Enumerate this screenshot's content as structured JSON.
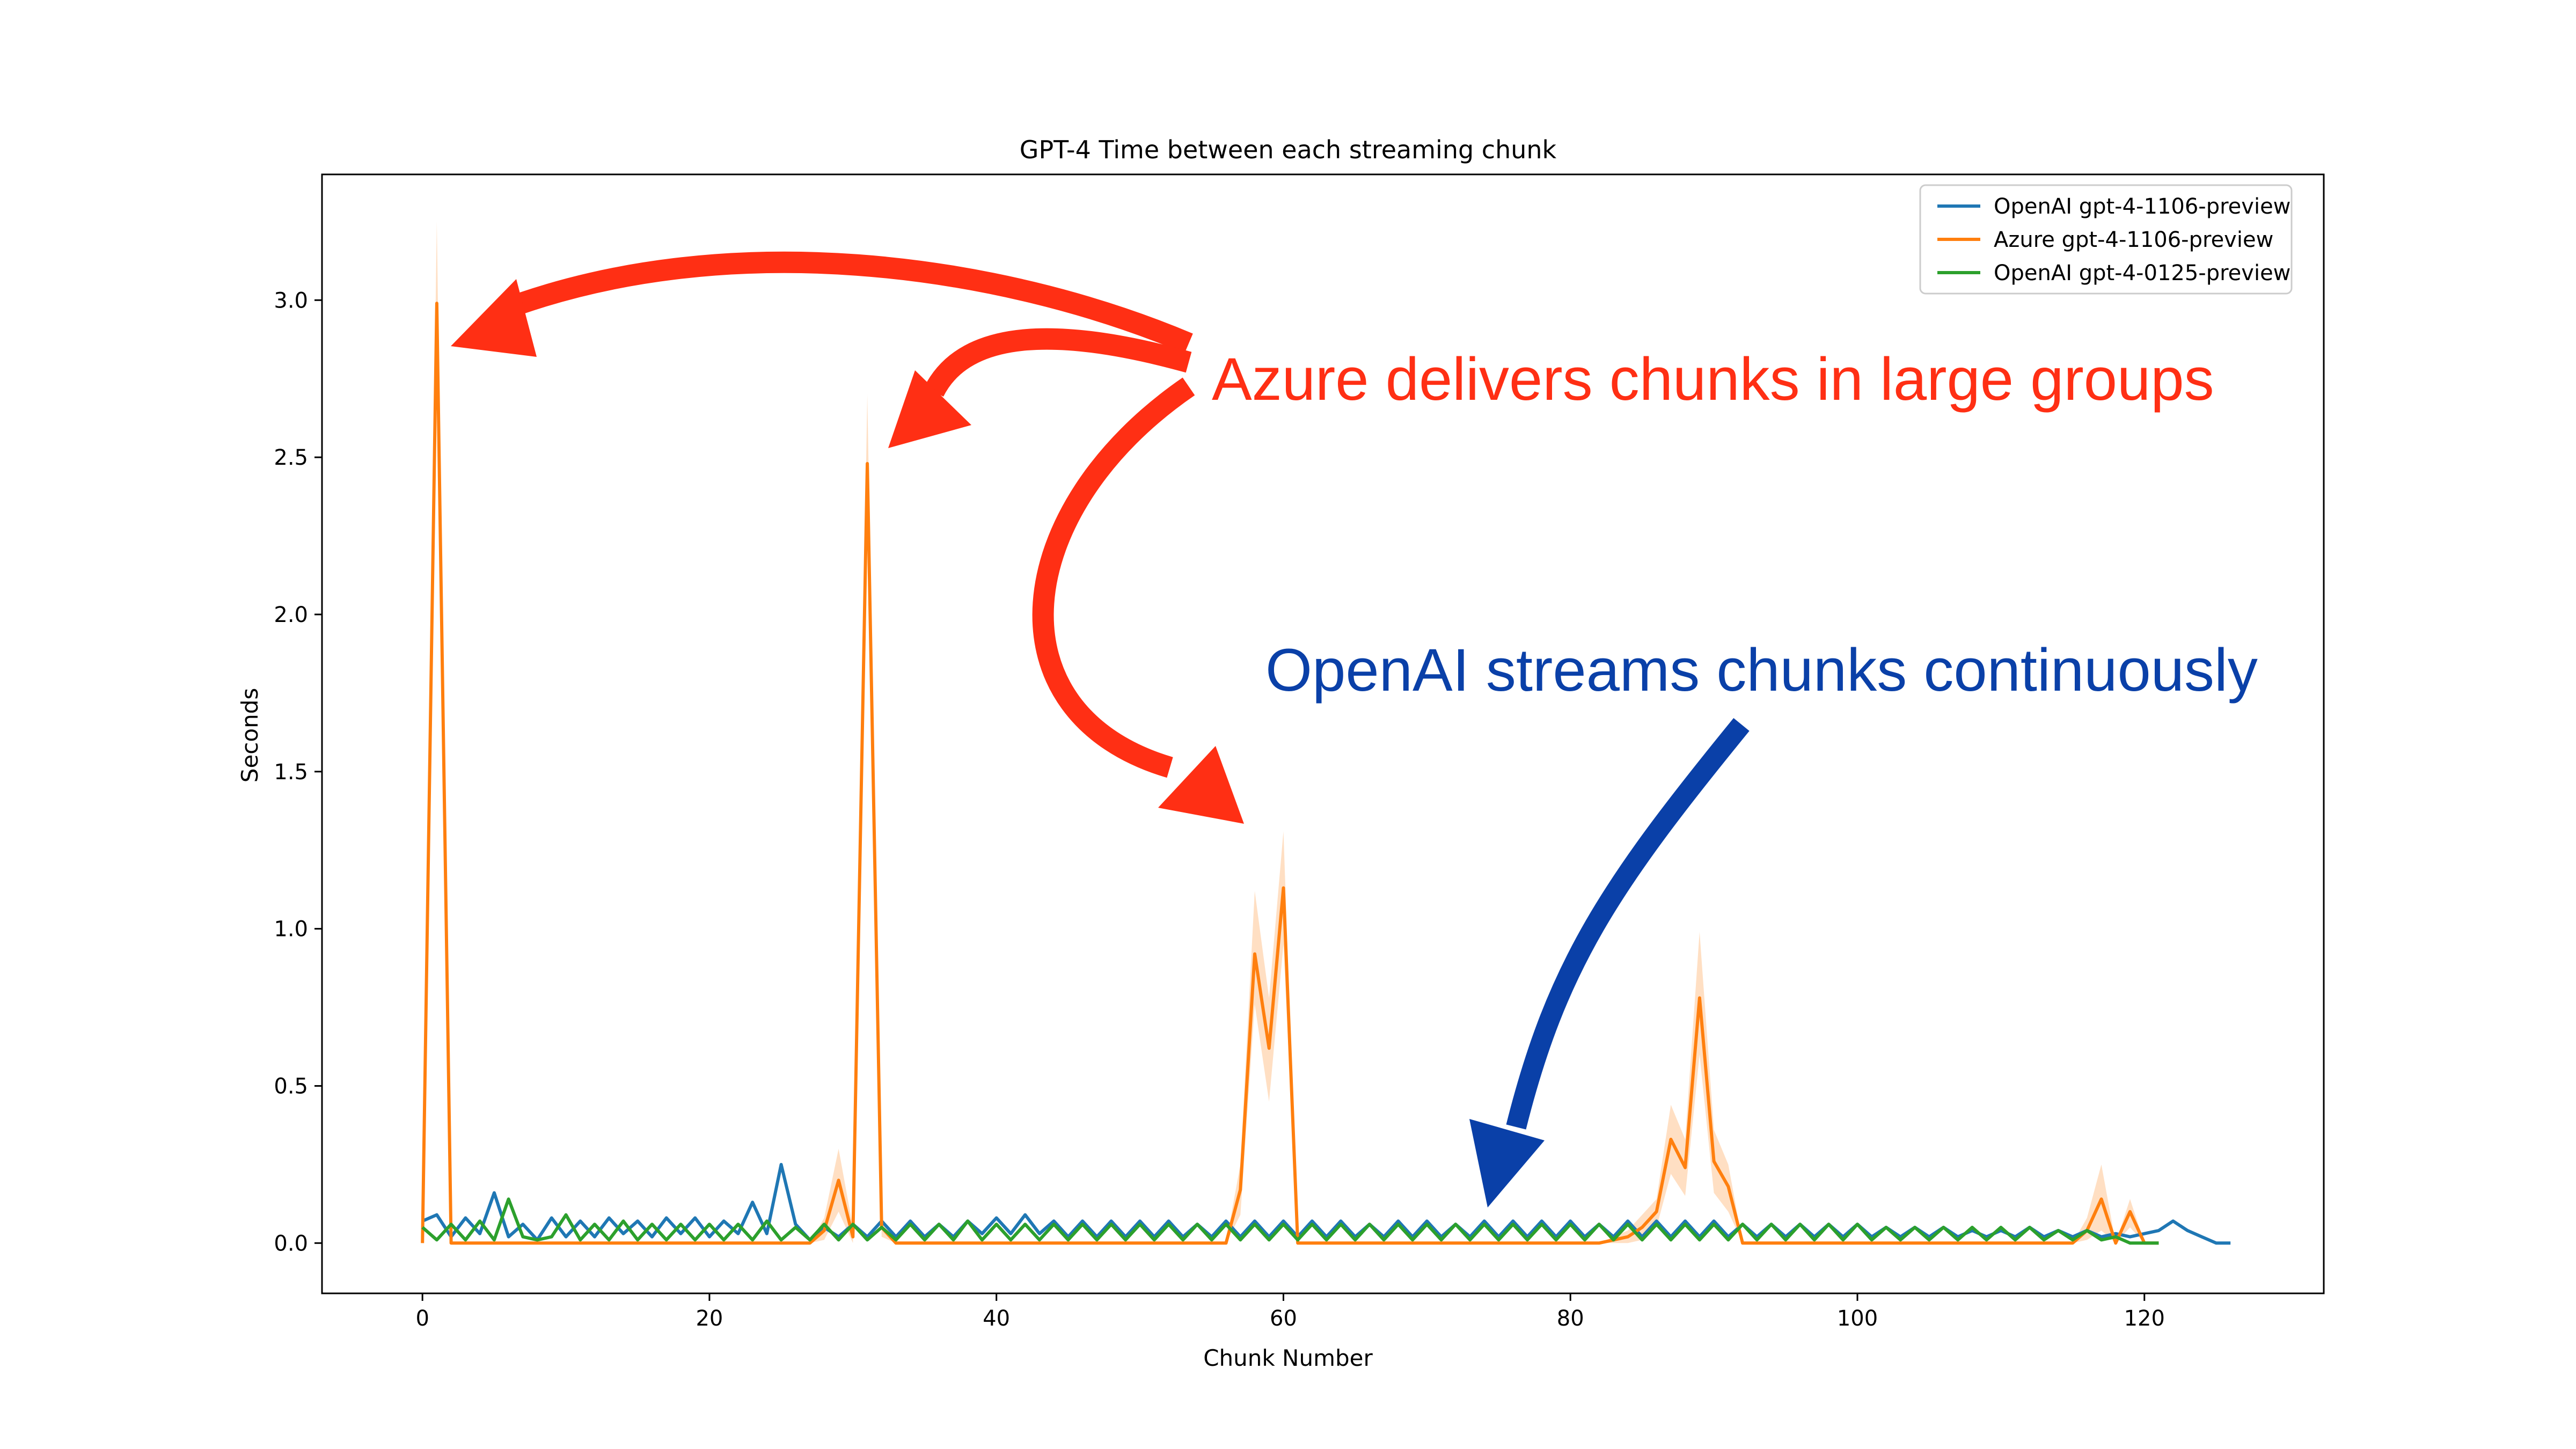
{
  "chart_data": {
    "type": "line",
    "title": "GPT-4 Time between each streaming chunk",
    "xlabel": "Chunk Number",
    "ylabel": "Seconds",
    "xlim": [
      -7,
      132.5
    ],
    "ylim": [
      -0.16,
      3.4
    ],
    "xticks": [
      0,
      20,
      40,
      60,
      80,
      100,
      120
    ],
    "yticks": [
      0.0,
      0.5,
      1.0,
      1.5,
      2.0,
      2.5,
      3.0
    ],
    "ytick_labels": [
      "0.0",
      "0.5",
      "1.0",
      "1.5",
      "2.0",
      "2.5",
      "3.0"
    ],
    "grid": false,
    "legend_position": "top-right",
    "series": [
      {
        "name": "OpenAI gpt-4-1106-preview",
        "color": "#1f77b4",
        "x": [
          0,
          1,
          2,
          3,
          4,
          5,
          6,
          7,
          8,
          9,
          10,
          11,
          12,
          13,
          14,
          15,
          16,
          17,
          18,
          19,
          20,
          21,
          22,
          23,
          24,
          25,
          26,
          27,
          28,
          29,
          30,
          31,
          32,
          33,
          34,
          35,
          36,
          37,
          38,
          39,
          40,
          41,
          42,
          43,
          44,
          45,
          46,
          47,
          48,
          49,
          50,
          51,
          52,
          53,
          54,
          55,
          56,
          57,
          58,
          59,
          60,
          61,
          62,
          63,
          64,
          65,
          66,
          67,
          68,
          69,
          70,
          71,
          72,
          73,
          74,
          75,
          76,
          77,
          78,
          79,
          80,
          81,
          82,
          83,
          84,
          85,
          86,
          87,
          88,
          89,
          90,
          91,
          92,
          93,
          94,
          95,
          96,
          97,
          98,
          99,
          100,
          101,
          102,
          103,
          104,
          105,
          106,
          107,
          108,
          109,
          110,
          111,
          112,
          113,
          114,
          115,
          116,
          117,
          118,
          119,
          120,
          121,
          122,
          123,
          124,
          125,
          126
        ],
        "y": [
          0.07,
          0.09,
          0.02,
          0.08,
          0.03,
          0.16,
          0.02,
          0.06,
          0.01,
          0.08,
          0.02,
          0.07,
          0.02,
          0.08,
          0.03,
          0.07,
          0.02,
          0.08,
          0.03,
          0.08,
          0.02,
          0.07,
          0.03,
          0.13,
          0.03,
          0.25,
          0.06,
          0.01,
          0.05,
          0.02,
          0.06,
          0.02,
          0.07,
          0.02,
          0.07,
          0.02,
          0.06,
          0.02,
          0.07,
          0.03,
          0.08,
          0.03,
          0.09,
          0.03,
          0.07,
          0.02,
          0.07,
          0.02,
          0.07,
          0.02,
          0.07,
          0.02,
          0.07,
          0.02,
          0.06,
          0.02,
          0.07,
          0.02,
          0.07,
          0.02,
          0.07,
          0.02,
          0.07,
          0.02,
          0.07,
          0.02,
          0.06,
          0.02,
          0.07,
          0.02,
          0.07,
          0.02,
          0.06,
          0.02,
          0.07,
          0.02,
          0.07,
          0.02,
          0.07,
          0.02,
          0.07,
          0.02,
          0.06,
          0.02,
          0.07,
          0.02,
          0.07,
          0.02,
          0.07,
          0.02,
          0.07,
          0.02,
          0.06,
          0.02,
          0.06,
          0.02,
          0.06,
          0.02,
          0.06,
          0.02,
          0.06,
          0.02,
          0.05,
          0.02,
          0.05,
          0.02,
          0.05,
          0.02,
          0.04,
          0.02,
          0.04,
          0.02,
          0.05,
          0.02,
          0.04,
          0.02,
          0.04,
          0.02,
          0.03,
          0.02,
          0.03,
          0.04,
          0.07,
          0.04,
          0.02,
          0.0,
          0.0
        ]
      },
      {
        "name": "Azure gpt-4-1106-preview",
        "color": "#ff7f0e",
        "x": [
          0,
          1,
          2,
          3,
          4,
          5,
          6,
          7,
          8,
          9,
          10,
          11,
          12,
          13,
          14,
          15,
          16,
          17,
          18,
          19,
          20,
          21,
          22,
          23,
          24,
          25,
          26,
          27,
          28,
          29,
          30,
          31,
          32,
          33,
          34,
          35,
          36,
          37,
          38,
          39,
          40,
          41,
          42,
          43,
          44,
          45,
          46,
          47,
          48,
          49,
          50,
          51,
          52,
          53,
          54,
          55,
          56,
          57,
          58,
          59,
          60,
          61,
          62,
          63,
          64,
          65,
          66,
          67,
          68,
          69,
          70,
          71,
          72,
          73,
          74,
          75,
          76,
          77,
          78,
          79,
          80,
          81,
          82,
          83,
          84,
          85,
          86,
          87,
          88,
          89,
          90,
          91,
          92,
          93,
          94,
          95,
          96,
          97,
          98,
          99,
          100,
          101,
          102,
          103,
          104,
          105,
          106,
          107,
          108,
          109,
          110,
          111,
          112,
          113,
          114,
          115,
          116,
          117,
          118,
          119,
          120,
          121
        ],
        "y": [
          0.0,
          2.99,
          0.0,
          0.0,
          0.0,
          0.0,
          0.0,
          0.0,
          0.0,
          0.0,
          0.0,
          0.0,
          0.0,
          0.0,
          0.0,
          0.0,
          0.0,
          0.0,
          0.0,
          0.0,
          0.0,
          0.0,
          0.0,
          0.0,
          0.0,
          0.0,
          0.0,
          0.0,
          0.04,
          0.2,
          0.02,
          2.48,
          0.05,
          0.0,
          0.0,
          0.0,
          0.0,
          0.0,
          0.0,
          0.0,
          0.0,
          0.0,
          0.0,
          0.0,
          0.0,
          0.0,
          0.0,
          0.0,
          0.0,
          0.0,
          0.0,
          0.0,
          0.0,
          0.0,
          0.0,
          0.0,
          0.0,
          0.17,
          0.92,
          0.62,
          1.13,
          0.0,
          0.0,
          0.0,
          0.0,
          0.0,
          0.0,
          0.0,
          0.0,
          0.0,
          0.0,
          0.0,
          0.0,
          0.0,
          0.0,
          0.0,
          0.0,
          0.0,
          0.0,
          0.0,
          0.0,
          0.0,
          0.0,
          0.01,
          0.02,
          0.05,
          0.1,
          0.33,
          0.24,
          0.78,
          0.26,
          0.18,
          0.0,
          0.0,
          0.0,
          0.0,
          0.0,
          0.0,
          0.0,
          0.0,
          0.0,
          0.0,
          0.0,
          0.0,
          0.0,
          0.0,
          0.0,
          0.0,
          0.0,
          0.0,
          0.0,
          0.0,
          0.0,
          0.0,
          0.0,
          0.0,
          0.04,
          0.14,
          0.0,
          0.1,
          0.0,
          0.0
        ],
        "ci_upper": [
          0.0,
          3.25,
          0.0,
          0.0,
          0.0,
          0.0,
          0.0,
          0.0,
          0.0,
          0.0,
          0.0,
          0.0,
          0.0,
          0.0,
          0.0,
          0.0,
          0.0,
          0.0,
          0.0,
          0.0,
          0.0,
          0.0,
          0.0,
          0.0,
          0.0,
          0.0,
          0.0,
          0.0,
          0.08,
          0.3,
          0.05,
          2.7,
          0.08,
          0.0,
          0.0,
          0.0,
          0.0,
          0.0,
          0.0,
          0.0,
          0.0,
          0.0,
          0.0,
          0.0,
          0.0,
          0.0,
          0.0,
          0.0,
          0.0,
          0.0,
          0.0,
          0.0,
          0.0,
          0.0,
          0.0,
          0.0,
          0.0,
          0.25,
          1.12,
          0.78,
          1.31,
          0.0,
          0.0,
          0.0,
          0.0,
          0.0,
          0.0,
          0.0,
          0.0,
          0.0,
          0.0,
          0.0,
          0.0,
          0.0,
          0.0,
          0.0,
          0.0,
          0.0,
          0.0,
          0.0,
          0.0,
          0.0,
          0.0,
          0.02,
          0.04,
          0.09,
          0.14,
          0.44,
          0.33,
          0.99,
          0.36,
          0.25,
          0.0,
          0.0,
          0.0,
          0.0,
          0.0,
          0.0,
          0.0,
          0.0,
          0.0,
          0.0,
          0.0,
          0.0,
          0.0,
          0.0,
          0.0,
          0.0,
          0.0,
          0.0,
          0.0,
          0.0,
          0.0,
          0.0,
          0.0,
          0.0,
          0.08,
          0.25,
          0.0,
          0.14,
          0.0,
          0.0
        ],
        "ci_lower": [
          0.0,
          2.75,
          0.0,
          0.0,
          0.0,
          0.0,
          0.0,
          0.0,
          0.0,
          0.0,
          0.0,
          0.0,
          0.0,
          0.0,
          0.0,
          0.0,
          0.0,
          0.0,
          0.0,
          0.0,
          0.0,
          0.0,
          0.0,
          0.0,
          0.0,
          0.0,
          0.0,
          0.0,
          0.01,
          0.1,
          0.0,
          2.27,
          0.02,
          0.0,
          0.0,
          0.0,
          0.0,
          0.0,
          0.0,
          0.0,
          0.0,
          0.0,
          0.0,
          0.0,
          0.0,
          0.0,
          0.0,
          0.0,
          0.0,
          0.0,
          0.0,
          0.0,
          0.0,
          0.0,
          0.0,
          0.0,
          0.0,
          0.09,
          0.76,
          0.45,
          0.95,
          0.0,
          0.0,
          0.0,
          0.0,
          0.0,
          0.0,
          0.0,
          0.0,
          0.0,
          0.0,
          0.0,
          0.0,
          0.0,
          0.0,
          0.0,
          0.0,
          0.0,
          0.0,
          0.0,
          0.0,
          0.0,
          0.0,
          0.0,
          0.0,
          0.01,
          0.05,
          0.22,
          0.15,
          0.6,
          0.16,
          0.1,
          0.0,
          0.0,
          0.0,
          0.0,
          0.0,
          0.0,
          0.0,
          0.0,
          0.0,
          0.0,
          0.0,
          0.0,
          0.0,
          0.0,
          0.0,
          0.0,
          0.0,
          0.0,
          0.0,
          0.0,
          0.0,
          0.0,
          0.0,
          0.0,
          0.01,
          0.04,
          0.0,
          0.05,
          0.0,
          0.0
        ]
      },
      {
        "name": "OpenAI gpt-4-0125-preview",
        "color": "#2ca02c",
        "x": [
          0,
          1,
          2,
          3,
          4,
          5,
          6,
          7,
          8,
          9,
          10,
          11,
          12,
          13,
          14,
          15,
          16,
          17,
          18,
          19,
          20,
          21,
          22,
          23,
          24,
          25,
          26,
          27,
          28,
          29,
          30,
          31,
          32,
          33,
          34,
          35,
          36,
          37,
          38,
          39,
          40,
          41,
          42,
          43,
          44,
          45,
          46,
          47,
          48,
          49,
          50,
          51,
          52,
          53,
          54,
          55,
          56,
          57,
          58,
          59,
          60,
          61,
          62,
          63,
          64,
          65,
          66,
          67,
          68,
          69,
          70,
          71,
          72,
          73,
          74,
          75,
          76,
          77,
          78,
          79,
          80,
          81,
          82,
          83,
          84,
          85,
          86,
          87,
          88,
          89,
          90,
          91,
          92,
          93,
          94,
          95,
          96,
          97,
          98,
          99,
          100,
          101,
          102,
          103,
          104,
          105,
          106,
          107,
          108,
          109,
          110,
          111,
          112,
          113,
          114,
          115,
          116,
          117,
          118,
          119,
          120,
          121
        ],
        "y": [
          0.05,
          0.01,
          0.06,
          0.01,
          0.07,
          0.01,
          0.14,
          0.02,
          0.01,
          0.02,
          0.09,
          0.01,
          0.06,
          0.01,
          0.07,
          0.01,
          0.06,
          0.01,
          0.06,
          0.01,
          0.06,
          0.01,
          0.06,
          0.01,
          0.07,
          0.01,
          0.05,
          0.01,
          0.06,
          0.01,
          0.06,
          0.01,
          0.05,
          0.01,
          0.06,
          0.01,
          0.06,
          0.01,
          0.07,
          0.01,
          0.06,
          0.01,
          0.06,
          0.01,
          0.06,
          0.01,
          0.06,
          0.01,
          0.06,
          0.01,
          0.06,
          0.01,
          0.06,
          0.01,
          0.06,
          0.01,
          0.06,
          0.01,
          0.06,
          0.01,
          0.06,
          0.01,
          0.06,
          0.01,
          0.06,
          0.01,
          0.06,
          0.01,
          0.06,
          0.01,
          0.06,
          0.01,
          0.06,
          0.01,
          0.06,
          0.01,
          0.06,
          0.01,
          0.06,
          0.01,
          0.06,
          0.01,
          0.06,
          0.01,
          0.06,
          0.01,
          0.06,
          0.01,
          0.06,
          0.01,
          0.06,
          0.01,
          0.06,
          0.01,
          0.06,
          0.01,
          0.06,
          0.01,
          0.06,
          0.01,
          0.06,
          0.01,
          0.05,
          0.01,
          0.05,
          0.01,
          0.05,
          0.01,
          0.05,
          0.01,
          0.05,
          0.01,
          0.05,
          0.01,
          0.04,
          0.01,
          0.04,
          0.01,
          0.02,
          0.0,
          0.0,
          0.0
        ]
      }
    ]
  },
  "annotations": {
    "azure_text": "Azure delivers chunks in large groups",
    "azure_color": "#ff2f14",
    "openai_text": "OpenAI streams chunks continuously",
    "openai_color": "#0a40a8"
  }
}
